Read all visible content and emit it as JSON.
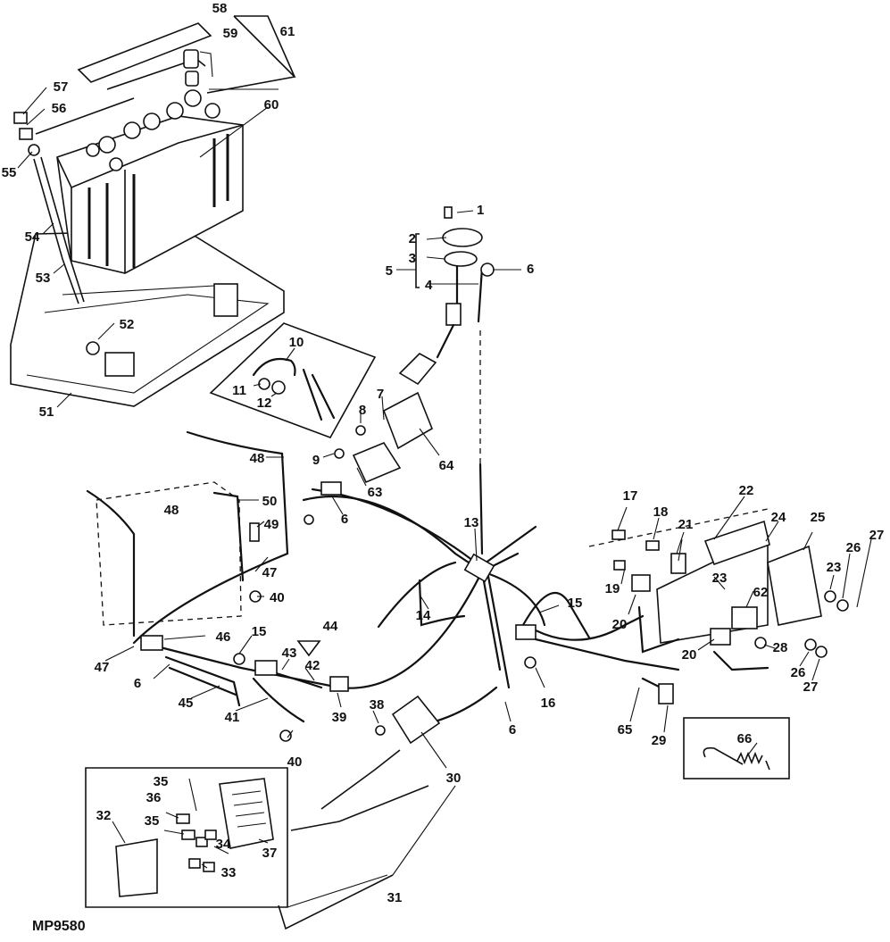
{
  "figure_id": "MP9580",
  "callouts": [
    "1",
    "2",
    "3",
    "4",
    "5",
    "6",
    "6",
    "6",
    "6",
    "7",
    "8",
    "9",
    "10",
    "11",
    "12",
    "13",
    "14",
    "15",
    "15",
    "16",
    "17",
    "18",
    "19",
    "20",
    "20",
    "21",
    "22",
    "23",
    "23",
    "24",
    "25",
    "26",
    "26",
    "27",
    "27",
    "28",
    "29",
    "30",
    "31",
    "32",
    "33",
    "34",
    "35",
    "35",
    "36",
    "37",
    "38",
    "39",
    "40",
    "40",
    "41",
    "42",
    "43",
    "44",
    "45",
    "46",
    "47",
    "47",
    "48",
    "48",
    "49",
    "50",
    "51",
    "52",
    "53",
    "54",
    "55",
    "56",
    "57",
    "58",
    "59",
    "60",
    "61",
    "62",
    "63",
    "64",
    "65",
    "66"
  ]
}
